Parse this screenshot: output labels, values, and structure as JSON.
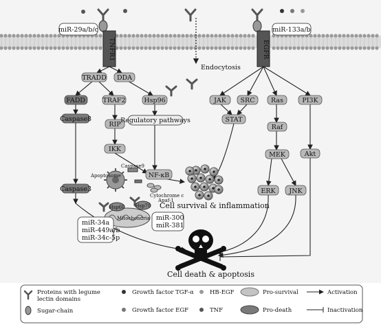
{
  "receptors": {
    "tnfr1": "TNFR1",
    "egfr": "EGFR"
  },
  "mirs": {
    "tnfr": "miR-29a/b/c",
    "egfr": "miR-133a/b",
    "left_1": "miR-34a",
    "left_2": "miR-449a/b",
    "left_3": "miR-34c-5p",
    "right_1": "miR-300",
    "right_2": "miR-381"
  },
  "endocytosis": "Endocytosis",
  "nodes": {
    "tradd": "TRADD",
    "dda": "DDA",
    "fadd": "FADD",
    "traf2": "TRAF2",
    "hsp96": "Hsp96",
    "rip": "RIP",
    "ikk": "IKK",
    "caspase8": "Caspase8",
    "caspase3": "Caspase3",
    "nfkb": "NF-κB",
    "regulatory": "Regulatory pathways",
    "jak": "JAK",
    "src": "SRC",
    "ras": "Ras",
    "pi3k": "PI3K",
    "stat": "STAT",
    "raf": "Raf",
    "mek": "MEK",
    "akt": "Akt",
    "erk": "ERK",
    "jnk": "JNK"
  },
  "mito": {
    "apoptosome": "Apoptosome",
    "caspase9": "Caspase9",
    "cytochrome": "Cytochrome c",
    "apaf": "Apaf-1",
    "mitochondria": "Mitochondria",
    "hsp60": "Hsp60",
    "hsp70": "Hsp70"
  },
  "outcomes": {
    "survival": "Cell survival & inflammation",
    "death": "Cell death & apoptosis"
  },
  "legend": {
    "lectin_1": "Proteins with legume",
    "lectin_2": "lectin domains",
    "sugar": "Sugar-chain",
    "tgf": "Growth factor TGF-α",
    "egf": "Growth factor EGF",
    "hbegf": "HB-EGF",
    "tnf": "TNF",
    "prosurvival": "Pro-survival",
    "prodeath": "Pro-death",
    "activation": "Activation",
    "inactivation": "Inactivation"
  },
  "colors": {
    "node_fill": "#b9b9b9",
    "death_fill": "#7a7a7a",
    "membrane": "#9a9a9a"
  }
}
